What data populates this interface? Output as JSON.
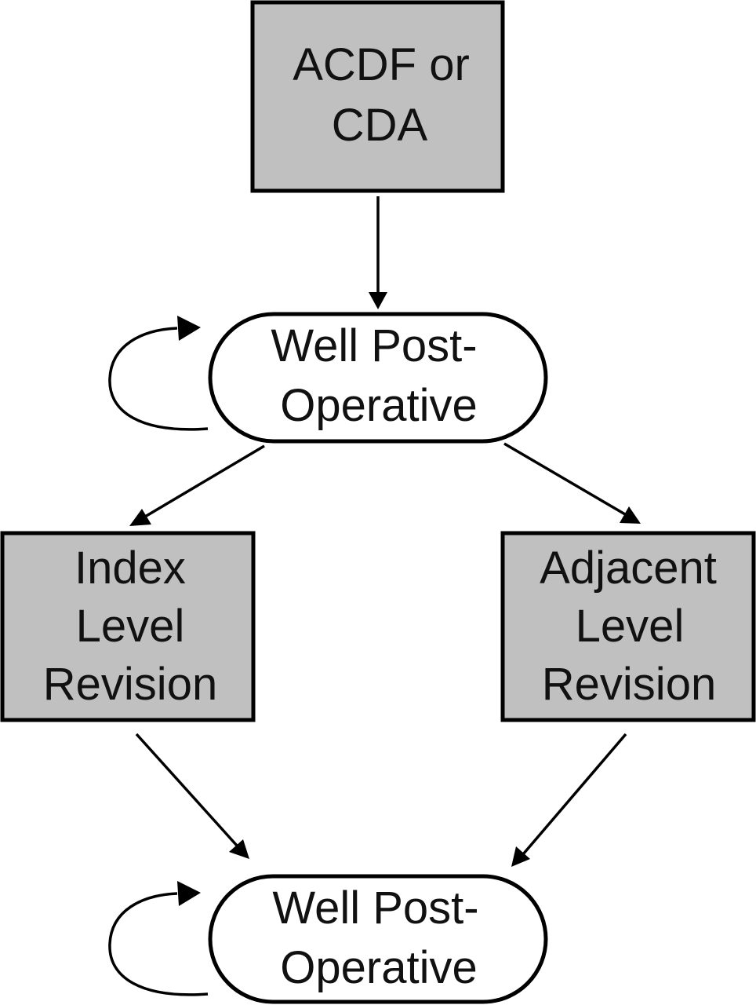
{
  "colors": {
    "box_fill": "#c0c0c0",
    "pill_fill": "#ffffff",
    "stroke": "#000000"
  },
  "nodes": {
    "surgery": {
      "line1": "ACDF or",
      "line2": "CDA"
    },
    "well_top": {
      "line1": "Well Post-",
      "line2": "Operative"
    },
    "index_revision": {
      "line1": "Index",
      "line2": "Level",
      "line3": "Revision"
    },
    "adjacent_revision": {
      "line1": "Adjacent",
      "line2": "Level",
      "line3": "Revision"
    },
    "well_bottom": {
      "line1": "Well Post-",
      "line2": "Operative"
    }
  },
  "edges": [
    {
      "from": "surgery",
      "to": "well_top"
    },
    {
      "from": "well_top",
      "to": "well_top"
    },
    {
      "from": "well_top",
      "to": "index_revision"
    },
    {
      "from": "well_top",
      "to": "adjacent_revision"
    },
    {
      "from": "index_revision",
      "to": "well_bottom"
    },
    {
      "from": "adjacent_revision",
      "to": "well_bottom"
    },
    {
      "from": "well_bottom",
      "to": "well_bottom"
    }
  ]
}
